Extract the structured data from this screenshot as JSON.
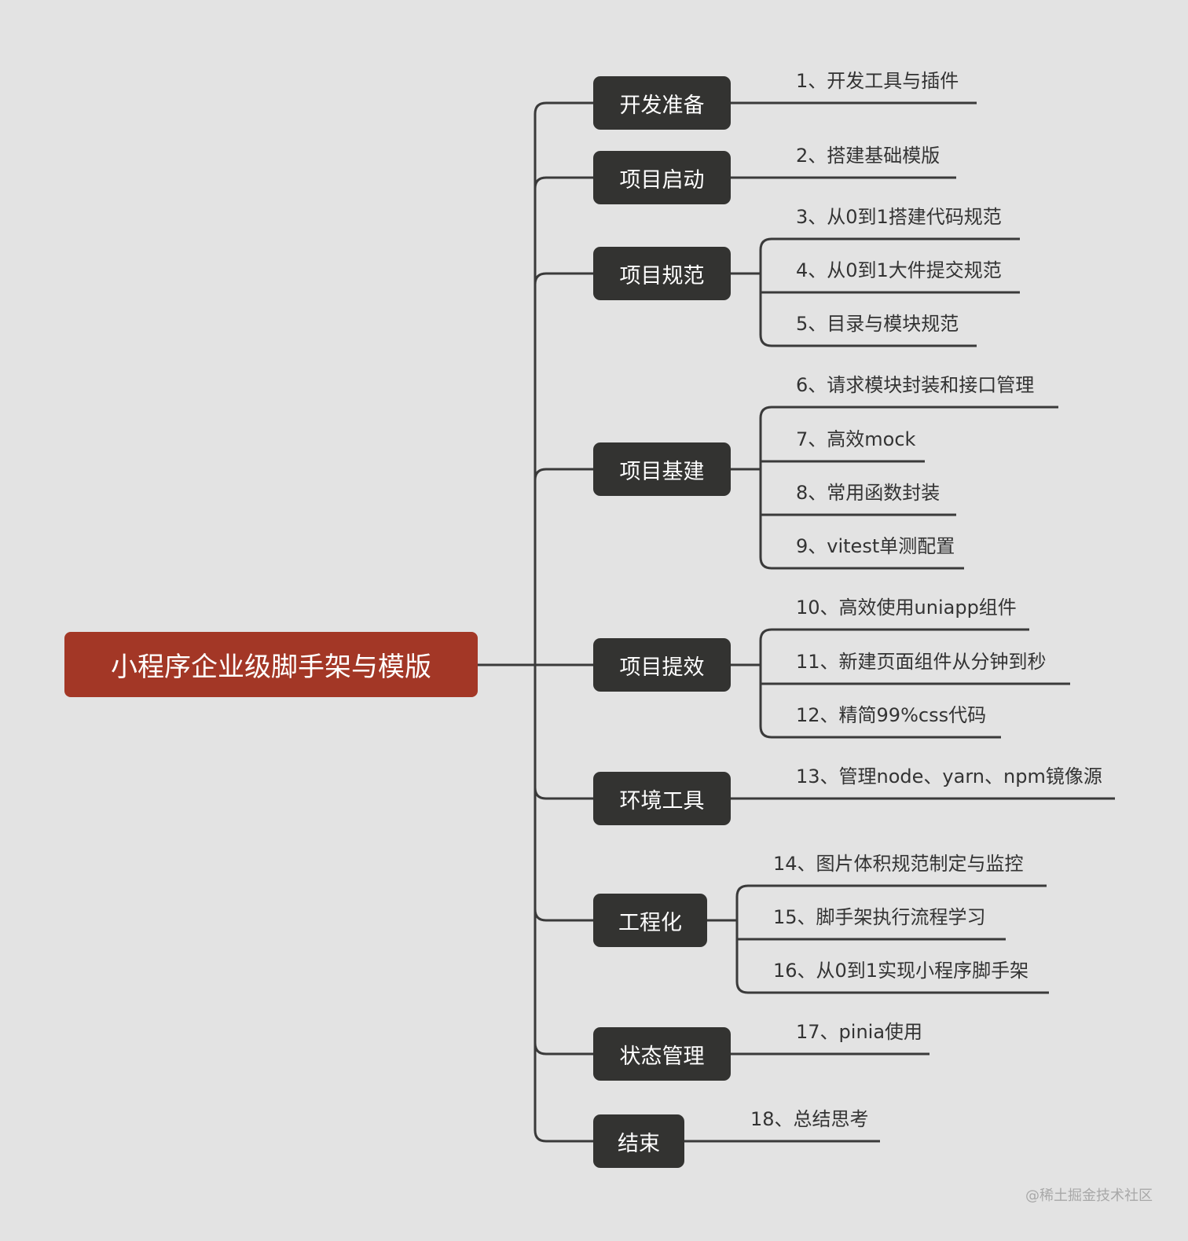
{
  "root": {
    "label": "小程序企业级脚手架与模版",
    "color": "#a33726"
  },
  "branch_color": "#333331",
  "line_color": "#3a3a3a",
  "branches": [
    {
      "label": "开发准备",
      "children": [
        "1、开发工具与插件"
      ]
    },
    {
      "label": "项目启动",
      "children": [
        "2、搭建基础模版"
      ]
    },
    {
      "label": "项目规范",
      "children": [
        "3、从0到1搭建代码规范",
        "4、从0到1大件提交规范",
        "5、目录与模块规范"
      ]
    },
    {
      "label": "项目基建",
      "children": [
        "6、请求模块封装和接口管理",
        "7、高效mock",
        "8、常用函数封装",
        "9、vitest单测配置"
      ]
    },
    {
      "label": "项目提效",
      "children": [
        "10、高效使用uniapp组件",
        "11、新建页面组件从分钟到秒",
        "12、精简99%css代码"
      ]
    },
    {
      "label": "环境工具",
      "children": [
        "13、管理node、yarn、npm镜像源"
      ]
    },
    {
      "label": "工程化",
      "children": [
        "14、图片体积规范制定与监控",
        "15、脚手架执行流程学习",
        "16、从0到1实现小程序脚手架"
      ]
    },
    {
      "label": "状态管理",
      "children": [
        "17、pinia使用"
      ]
    },
    {
      "label": "结束",
      "children": [
        "18、总结思考"
      ]
    }
  ],
  "watermark": "@稀土掘金技术社区"
}
